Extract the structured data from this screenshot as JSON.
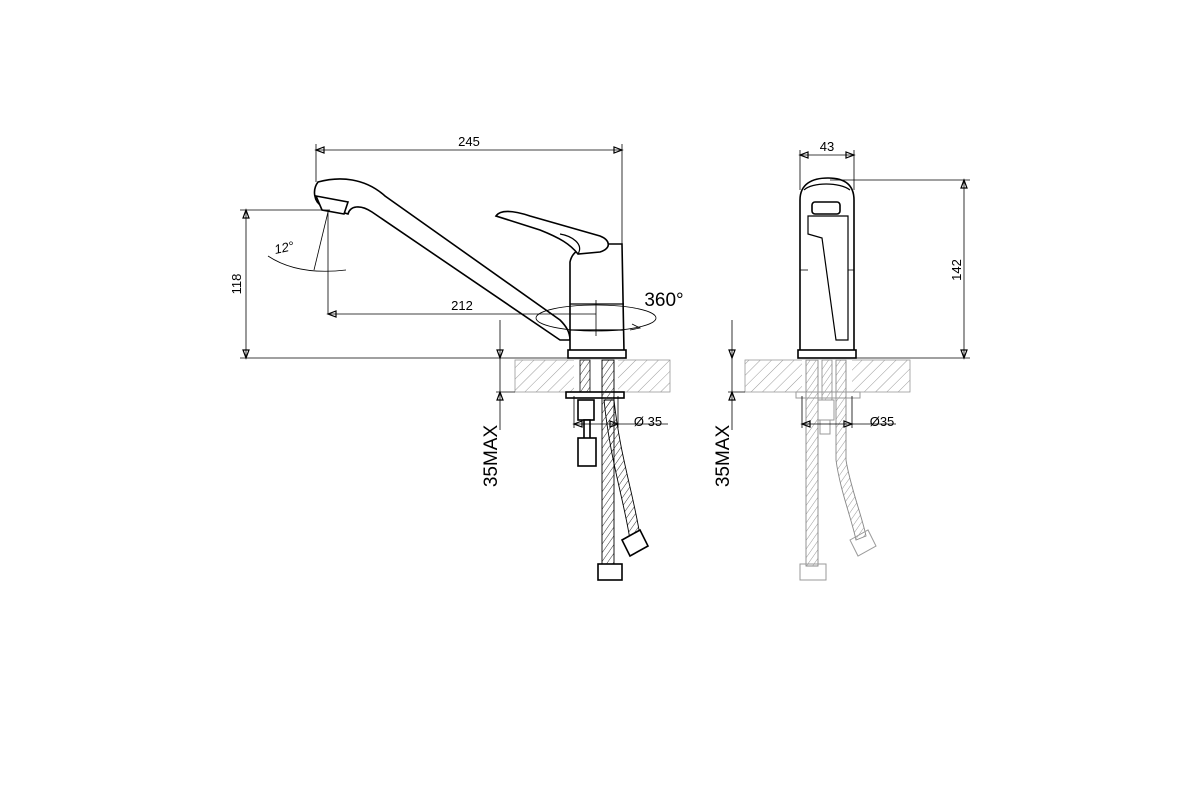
{
  "side_view": {
    "length": "245",
    "spout_height": "118",
    "reach": "212",
    "angle": "12°",
    "rotation": "360°",
    "max_thickness": "35MAX",
    "hole_diameter": "Ø 35"
  },
  "front_view": {
    "width": "43",
    "total_height": "142",
    "max_thickness": "35MAX",
    "hole_diameter": "Ø35"
  }
}
